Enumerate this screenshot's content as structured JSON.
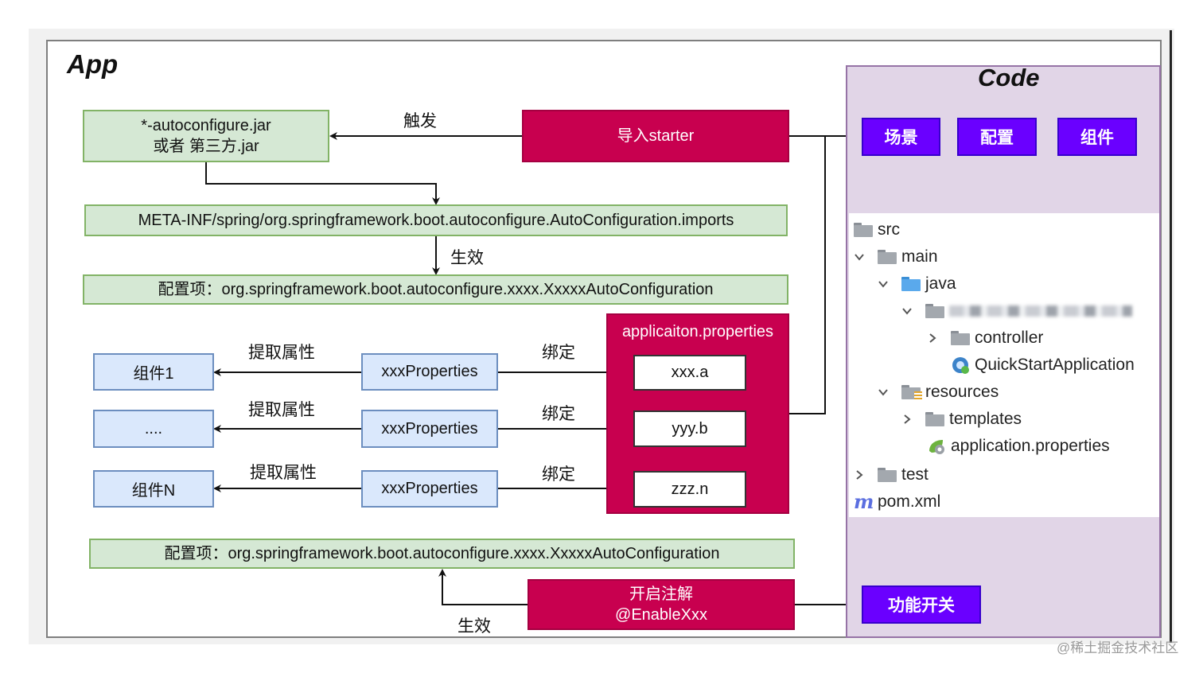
{
  "app_title": "App",
  "code_title": "Code",
  "jar_box": {
    "line1": "*-autoconfigure.jar",
    "line2": "或者  第三方.jar"
  },
  "starter_box": "导入starter",
  "trigger_label": "触发",
  "imports_box": "META-INF/spring/org.springframework.boot.autoconfigure.AutoConfiguration.imports",
  "effect_label": "生效",
  "config_item_box": "配置项：org.springframework.boot.autoconfigure.xxxx.XxxxxAutoConfiguration",
  "properties_panel": {
    "title": "applicaiton.properties",
    "keys": [
      "xxx.a",
      "yyy.b",
      "zzz.n"
    ]
  },
  "rows": [
    {
      "component": "组件1",
      "extract_label": "提取属性",
      "properties": "xxxProperties",
      "bind_label": "绑定"
    },
    {
      "component": "....",
      "extract_label": "提取属性",
      "properties": "xxxProperties",
      "bind_label": "绑定"
    },
    {
      "component": "组件N",
      "extract_label": "提取属性",
      "properties": "xxxProperties",
      "bind_label": "绑定"
    }
  ],
  "config_item_box_2": "配置项：org.springframework.boot.autoconfigure.xxxx.XxxxxAutoConfiguration",
  "enable_box": {
    "line1": "开启注解",
    "line2": "@EnableXxx"
  },
  "effect_label_2": "生效",
  "code_buttons": [
    "场景",
    "配置",
    "组件"
  ],
  "feature_switch": "功能开关",
  "tree": [
    {
      "label": "src",
      "icon": "folder-icon",
      "depth": 0,
      "chevron": "none"
    },
    {
      "label": "main",
      "icon": "folder-icon",
      "depth": 0,
      "chevron": "down"
    },
    {
      "label": "java",
      "icon": "source-folder-icon",
      "depth": 1,
      "chevron": "down"
    },
    {
      "label": "",
      "icon": "package-icon",
      "depth": 2,
      "chevron": "down"
    },
    {
      "label": "controller",
      "icon": "package-icon",
      "depth": 3,
      "chevron": "right"
    },
    {
      "label": "QuickStartApplication",
      "icon": "spring-class-icon",
      "depth": 3,
      "chevron": "none"
    },
    {
      "label": "resources",
      "icon": "resources-folder-icon",
      "depth": 1,
      "chevron": "down"
    },
    {
      "label": "templates",
      "icon": "folder-icon",
      "depth": 2,
      "chevron": "right"
    },
    {
      "label": "application.properties",
      "icon": "spring-properties-icon",
      "depth": 2,
      "chevron": "none"
    },
    {
      "label": "test",
      "icon": "folder-icon",
      "depth": 0,
      "chevron": "right"
    },
    {
      "label": "pom.xml",
      "icon": "maven-icon",
      "depth": 0,
      "chevron": "none"
    }
  ],
  "watermark": "@稀土掘金技术社区",
  "colors": {
    "green_fill": "#d5e8d4",
    "green_border": "#82b366",
    "magenta": "#c8004f",
    "blue_fill": "#dae8fc",
    "blue_border": "#6c8ebf",
    "purple_panel": "#e1d5e7",
    "purple_button": "#6a00ff"
  }
}
